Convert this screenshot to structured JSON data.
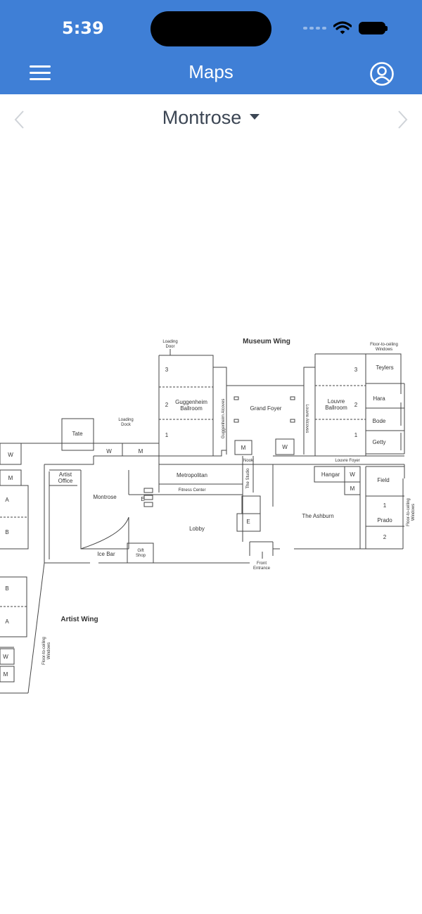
{
  "status_bar": {
    "time": "5:39"
  },
  "header": {
    "title": "Maps"
  },
  "selector": {
    "location": "Montrose"
  },
  "colors": {
    "header_bg": "#3f7fd6",
    "header_text": "#ffffff",
    "map_stroke": "#444444",
    "selector_text": "#3c4654"
  },
  "icons": {
    "menu": "hamburger-menu-icon",
    "profile": "user-profile-icon",
    "prev": "chevron-left-icon",
    "next": "chevron-right-icon",
    "dropdown": "caret-down-icon"
  },
  "map": {
    "wings": {
      "museum": "Museum Wing",
      "artist": "Artist Wing"
    },
    "notes": {
      "loading_door": [
        "Loading",
        "Door"
      ],
      "loading_dock": [
        "Loading",
        "Dock"
      ],
      "windows_top": [
        "Floor-to-ceiling",
        "Windows"
      ],
      "windows_right": [
        "Floor-to-ceiling",
        "Windows"
      ],
      "windows_left": [
        "Floor-to-ceiling",
        "Windows"
      ],
      "front_entrance": [
        "Front",
        "Entrance"
      ]
    },
    "rooms": {
      "guggenheim": [
        "Guggenheim",
        "Ballroom"
      ],
      "guggenheim_3": "3",
      "guggenheim_2": "2",
      "guggenheim_1": "1",
      "guggenheim_alcoves": "Guggenheim Alcoves",
      "grand_foyer": "Grand Foyer",
      "louvre_alcoves": "Louvre Alcoves",
      "louvre": [
        "Louvre",
        "Ballroom"
      ],
      "louvre_3": "3",
      "louvre_2": "2",
      "louvre_1": "1",
      "teylers": "Teylers",
      "hara": "Hara",
      "bode": "Bode",
      "getty": "Getty",
      "louvre_foyer": "Louvre Foyer",
      "tate": "Tate",
      "w_a": "W",
      "m_a": "M",
      "m_b": "M",
      "w_b": "W",
      "nook": "Nook",
      "metropolitan": "Metropolitan",
      "fitness_center": "Fitness Center",
      "the_studio": "The Studio",
      "hangar": "Hangar",
      "w_c": "W",
      "m_c": "M",
      "field": "Field",
      "prado": "Prado",
      "prado_1": "1",
      "prado_2": "2",
      "the_ashburn": "The Ashburn",
      "artist_office": [
        "Artist",
        "Office"
      ],
      "montrose": "Montrose",
      "lobby": "Lobby",
      "ice_bar": "Ice Bar",
      "gift_shop": [
        "Gift",
        "Shop"
      ],
      "elevator_1": "E",
      "elevator_2": "E",
      "left_w1": "W",
      "left_m1": "M",
      "left_a1": "A",
      "left_b1": "B",
      "left_b2": "B",
      "left_a2": "A",
      "left_w2": "W",
      "left_m2": "M"
    }
  }
}
